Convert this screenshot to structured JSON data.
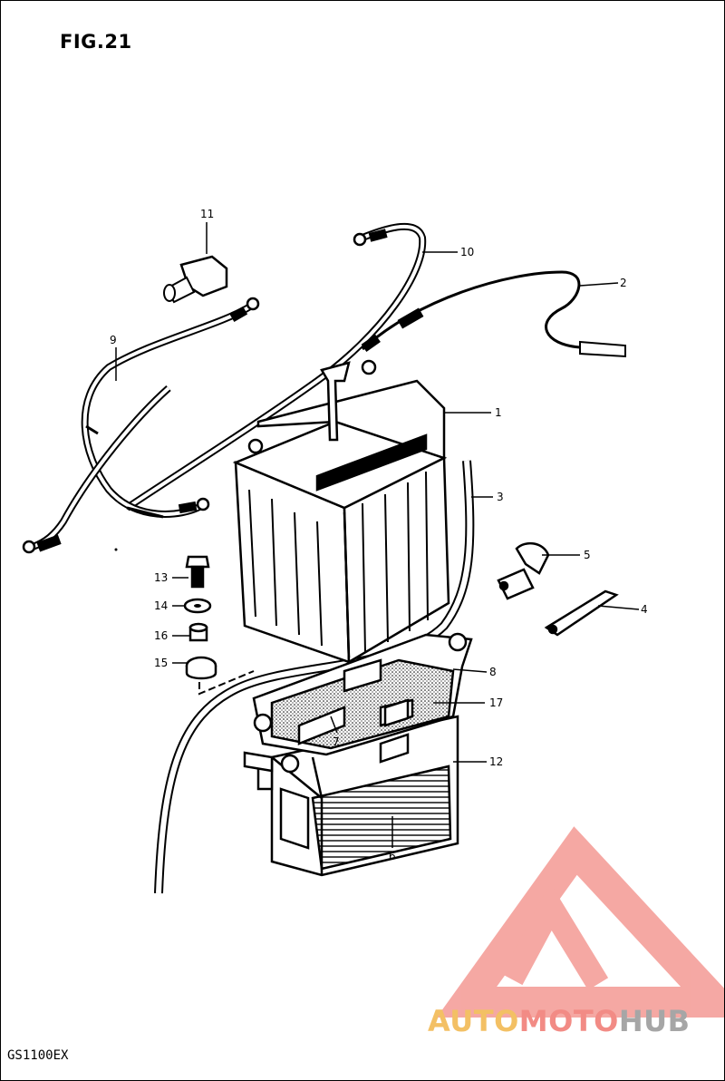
{
  "figure": {
    "title": "FIG.21",
    "model": "GS1100EX"
  },
  "watermark": {
    "part1": "AUTO",
    "part2": "MOTO",
    "part3": "HUB",
    "colors": {
      "auto": "#f3c064",
      "moto": "#f28b85",
      "hub": "#a6a6a6",
      "logo": "#f28b85"
    }
  },
  "callouts": {
    "p1": "1",
    "p2": "2",
    "p3": "3",
    "p4": "4",
    "p5": "5",
    "p6": "6",
    "p7": "7",
    "p8": "8",
    "p9": "9",
    "p10": "10",
    "p11": "11",
    "p12": "12",
    "p13": "13",
    "p14": "14",
    "p15": "15",
    "p16": "16",
    "p17": "17"
  },
  "icons": {
    "logo": "triangle-logo-icon"
  }
}
